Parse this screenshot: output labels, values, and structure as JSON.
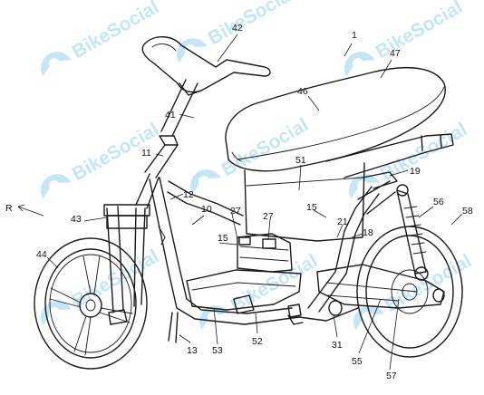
{
  "watermark": {
    "text": "BikeSocial",
    "color": "#7fc7e8"
  },
  "direction_label": "R",
  "labels": {
    "n1": "1",
    "n10": "10",
    "n11": "11",
    "n12": "12",
    "n13": "13",
    "n15a": "15",
    "n15b": "15",
    "n18": "18",
    "n19": "19",
    "n21": "21",
    "n27a": "27",
    "n27b": "27",
    "n31": "31",
    "n41": "41",
    "n42": "42",
    "n43": "43",
    "n44": "44",
    "n46": "46",
    "n47": "47",
    "n51": "51",
    "n52": "52",
    "n53": "53",
    "n55": "55",
    "n56": "56",
    "n57": "57",
    "n58": "58"
  }
}
